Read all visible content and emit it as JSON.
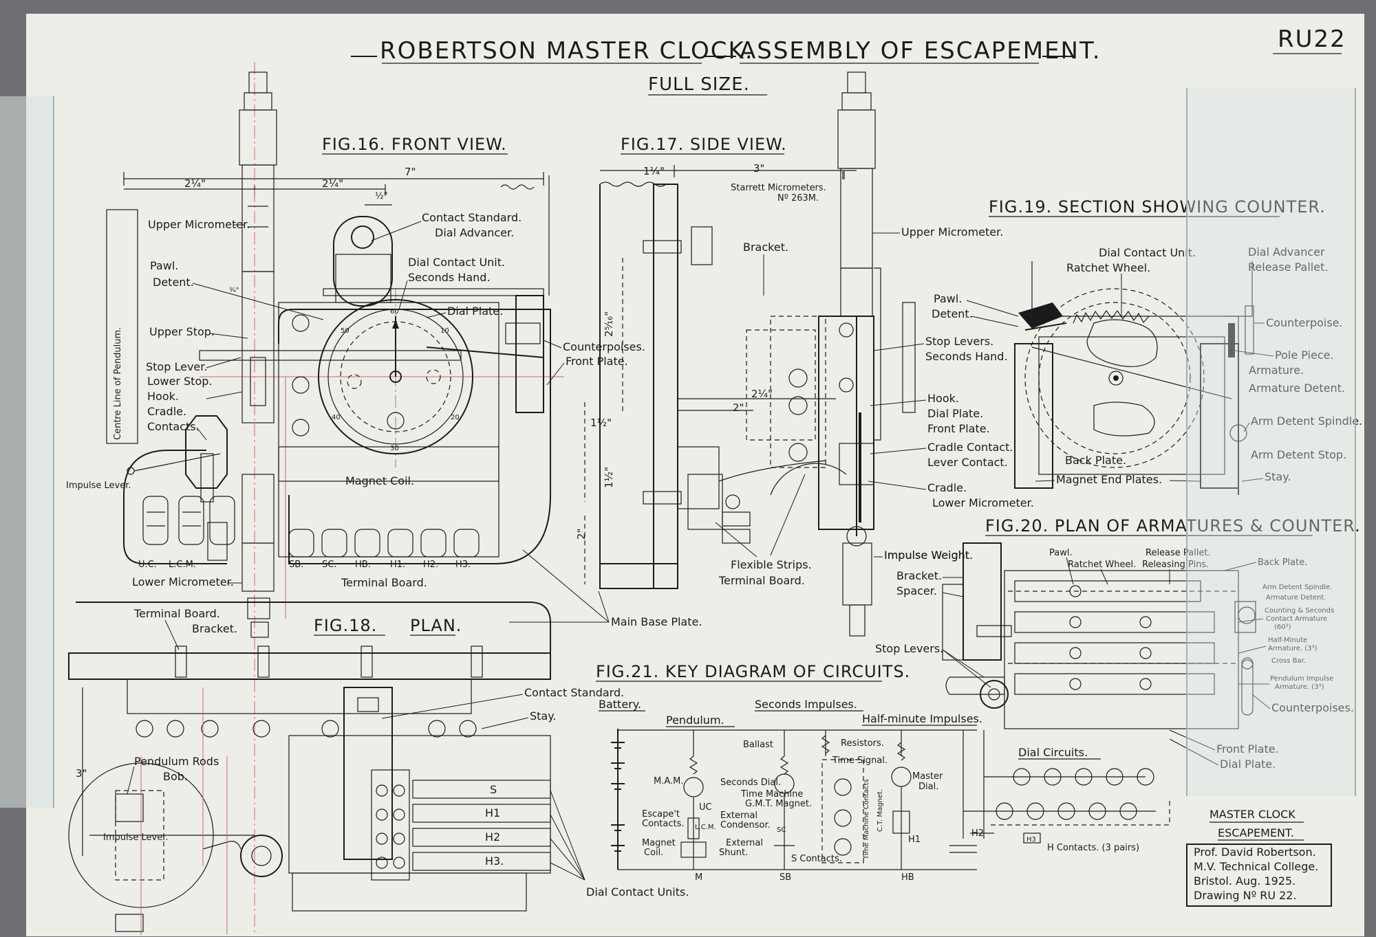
{
  "sheet_id": "RU22",
  "title": {
    "main_left": "ROBERTSON MASTER CLOCK.",
    "main_right": "ASSEMBLY OF ESCAPEMENT.",
    "scale": "FULL SIZE."
  },
  "fig16": {
    "title": "FIG.16. FRONT VIEW.",
    "dims": [
      "2¼\"",
      "2¼\"",
      "7\"",
      "½\"",
      "¾\""
    ],
    "labels": {
      "upper_micrometer": "Upper Micrometer.",
      "pawl": "Pawl.",
      "detent": "Detent.",
      "upper_stop": "Upper Stop.",
      "stop_lever": "Stop Lever.",
      "lower_stop": "Lower Stop.",
      "hook": "Hook.",
      "cradle": "Cradle.",
      "contacts": "Contacts.",
      "impulse_lever": "Impulse Lever.",
      "contact_standard": "Contact Standard.",
      "dial_advancer": "Dial Advancer.",
      "dial_contact_unit": "Dial Contact Unit.",
      "seconds_hand": "Seconds Hand.",
      "dial_plate": "Dial Plate.",
      "counterpoises": "Counterpoises.",
      "front_plate": "Front Plate.",
      "magnet_coil": "Magnet Coil.",
      "centre_line": "Centre Line of Pendulum.",
      "lower_micrometer": "Lower Micrometer.",
      "terminal_board": "Terminal Board.",
      "terminals": [
        "U.C.",
        "L.C.M.",
        "SB.",
        "SC.",
        "HB.",
        "H1.",
        "H2.",
        "H3."
      ]
    },
    "dial_numbers": [
      "60",
      "10",
      "20",
      "30",
      "40",
      "50"
    ]
  },
  "fig17": {
    "title": "FIG.17. SIDE VIEW.",
    "dims": [
      "1¼\"",
      "3\"",
      "2¼\"",
      "2\"",
      "1½\"",
      "1½\"",
      "2⁵⁄₁₆\"",
      "2\""
    ],
    "labels": {
      "starrett": "Starrett Micrometers.",
      "starrett_no": "Nº 263M.",
      "bracket": "Bracket.",
      "upper_micrometer": "Upper Micrometer.",
      "stop_levers": "Stop Levers.",
      "seconds_hand": "Seconds Hand.",
      "hook": "Hook.",
      "dial_plate": "Dial Plate.",
      "front_plate": "Front Plate.",
      "cradle_contact": "Cradle Contact.",
      "lever_contact": "Lever Contact.",
      "cradle": "Cradle.",
      "lower_micrometer": "Lower Micrometer.",
      "flexible_strips": "Flexible Strips.",
      "terminal_board": "Terminal Board.",
      "impulse_weight": "Impulse Weight.",
      "main_base_plate": "Main Base Plate."
    }
  },
  "fig18": {
    "title": "FIG.18.",
    "title2": "PLAN.",
    "labels": {
      "terminal_board": "Terminal Board.",
      "bracket": "Bracket.",
      "contact_standard": "Contact Standard.",
      "stay": "Stay.",
      "pendulum_rods": "Pendulum Rods",
      "bob": "Bob.",
      "impulse_lever": "Impulse Lever.",
      "dial_contact_units": "Dial Contact Units.",
      "dim_3": "3\"",
      "strips": [
        "S",
        "H1",
        "H2",
        "H3."
      ]
    }
  },
  "fig19": {
    "title": "FIG.19. SECTION SHOWING COUNTER.",
    "labels": {
      "dial_contact_unit": "Dial Contact Unit.",
      "ratchet_wheel": "Ratchet Wheel.",
      "dial_advancer": "Dial Advancer",
      "release_pallet": "Release Pallet.",
      "pawl": "Pawl.",
      "detent": "Detent.",
      "counterpoise": "Counterpoise.",
      "pole_piece": "Pole Piece.",
      "armature": "Armature.",
      "armature_detent": "Armature Detent.",
      "arm_detent_spindle": "Arm Detent Spindle.",
      "arm_detent_stop": "Arm Detent Stop.",
      "stay": "Stay.",
      "back_plate": "Back Plate.",
      "magnet_end_plates": "Magnet End Plates."
    }
  },
  "fig20": {
    "title": "FIG.20. PLAN OF ARMATURES & COUNTER.",
    "labels": {
      "pawl": "Pawl.",
      "ratchet_wheel": "Ratchet Wheel.",
      "release_pallet": "Release Pallet.",
      "releasing_pins": "Releasing Pins.",
      "back_plate": "Back Plate.",
      "arm_detent_spindle": "Arm Detent Spindle.",
      "armature_detent": "Armature Detent.",
      "counting_1": "Counting & Seconds",
      "counting_2": "Contact Armature",
      "counting_3": "(60³)",
      "half_minute_1": "Half-Minute",
      "half_minute_2": "Armature. (3³)",
      "cross_bar": "Cross Bar.",
      "pendulum_impulse_1": "Pendulum Impulse",
      "pendulum_impulse_2": "Armature. (3³)",
      "counterpoises": "Counterpoises.",
      "front_plate": "Front Plate.",
      "dial_plate": "Dial Plate.",
      "impulse_weight": "Impulse Weight.",
      "bracket": "Bracket.",
      "spacer": "Spacer.",
      "stop_levers": "Stop Levers."
    }
  },
  "fig21": {
    "title": "FIG.21. KEY DIAGRAM OF CIRCUITS.",
    "labels": {
      "battery": "Battery.",
      "pendulum": "Pendulum.",
      "seconds_impulses": "Seconds Impulses.",
      "half_minute_impulses": "Half-minute Impulses.",
      "ballast": "Ballast",
      "resistors": "Resistors.",
      "time_signal": "Time Signal.",
      "mam": "M.A.M.",
      "seconds_dial": "Seconds Dial.",
      "time_machine": "Time Machine",
      "gmt_magnet": "G.M.T. Magnet.",
      "master_dial_1": "Master",
      "master_dial_2": "Dial.",
      "uc": "UC",
      "escapement_contacts_1": "Escape't",
      "escapement_contacts_2": "Contacts.",
      "lcm": "L.C.M.",
      "external_condenser_1": "External",
      "external_condenser_2": "Condensor.",
      "sc": "SC",
      "magnet_coil_1": "Magnet",
      "magnet_coil_2": "Coil.",
      "external_shunt_1": "External",
      "external_shunt_2": "Shunt.",
      "m": "M",
      "s_contacts": "S Contacts.",
      "sb": "SB",
      "time_machine_contacts": "Time Machine Contacts",
      "ct_magnet": "C.T. Magnet.",
      "h1": "H1",
      "hb": "HB",
      "h2": "H2",
      "h3": "H3",
      "h_contacts": "H Contacts. (3 pairs)",
      "dial_circuits": "Dial Circuits."
    }
  },
  "title_block": {
    "heading_1": "MASTER CLOCK",
    "heading_2": "ESCAPEMENT.",
    "line_1": "Prof. David Robertson.",
    "line_2": "M.V. Technical College.",
    "line_3": "Bristol. Aug. 1925.",
    "line_4": "Drawing Nº RU 22."
  },
  "colors": {
    "paper": "#edeee8",
    "background": "#6f6e72",
    "ink": "#1b1b1b",
    "red_construction": "#d8636b",
    "blue_construction": "#5a6fb5"
  }
}
